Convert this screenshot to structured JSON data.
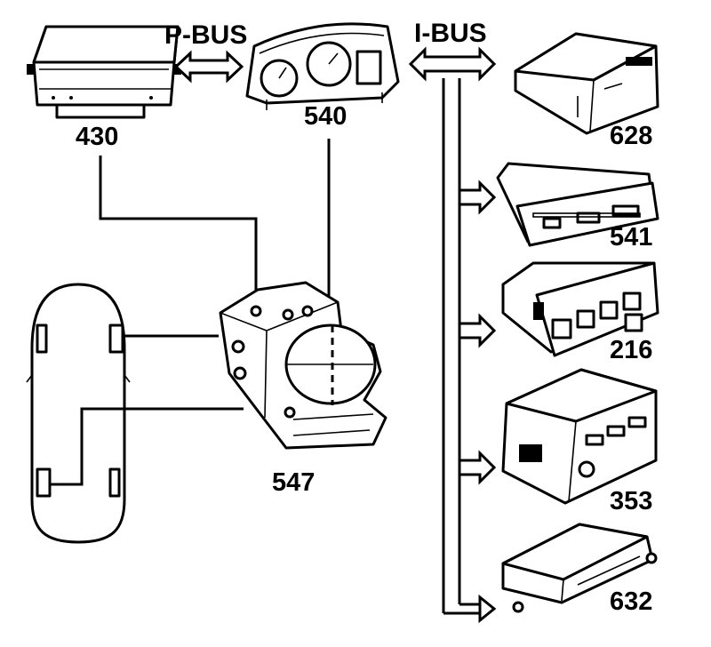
{
  "buses": {
    "p_bus": "P-BUS",
    "i_bus": "I-BUS"
  },
  "modules": {
    "m430": "430",
    "m540": "540",
    "m628": "628",
    "m541": "541",
    "m216": "216",
    "m353": "353",
    "m632": "632",
    "m547": "547"
  },
  "colors": {
    "line": "#000000",
    "background": "#ffffff"
  }
}
